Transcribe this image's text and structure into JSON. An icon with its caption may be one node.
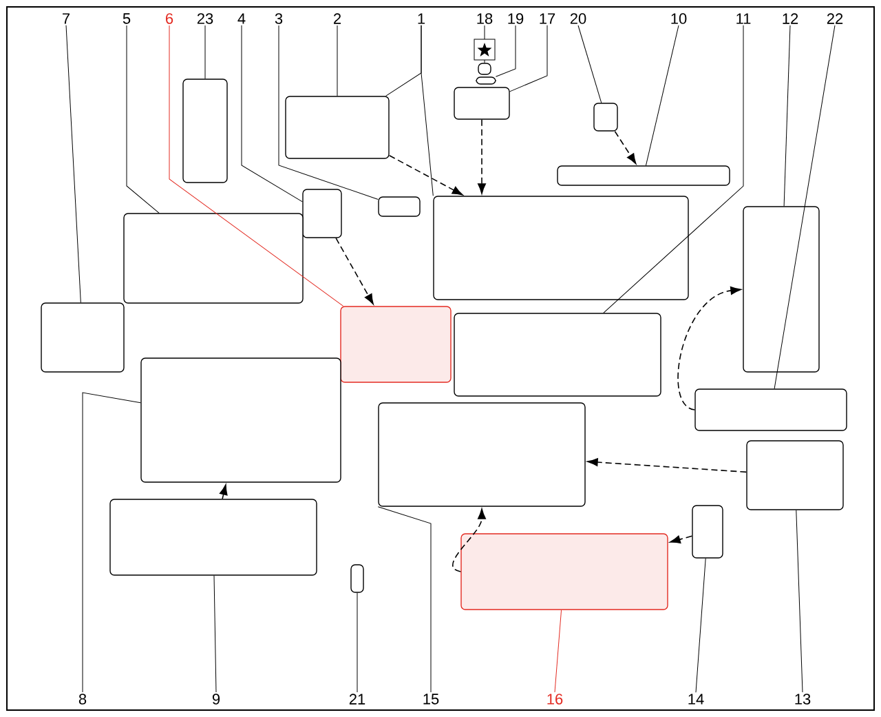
{
  "diagram": {
    "nodes": [
      {
        "text": [
          "7"
        ]
      },
      {
        "text": [
          "5"
        ]
      },
      {
        "text": [
          "6"
        ]
      },
      {
        "text": [
          "23"
        ]
      },
      {
        "text": [
          "4"
        ]
      },
      {
        "text": [
          "3"
        ]
      },
      {
        "text": [
          "2"
        ]
      },
      {
        "text": [
          "1"
        ]
      },
      {
        "text": [
          "18"
        ]
      },
      {
        "text": [
          "19"
        ]
      },
      {
        "text": [
          "17"
        ]
      },
      {
        "text": [
          "20"
        ]
      },
      {
        "text": [
          "10"
        ]
      },
      {
        "text": [
          "11"
        ]
      },
      {
        "text": [
          "12"
        ]
      },
      {
        "text": [
          "22"
        ]
      },
      {
        "text": [
          "8"
        ]
      },
      {
        "text": [
          "9"
        ]
      },
      {
        "text": [
          "21"
        ]
      },
      {
        "text": [
          "15"
        ]
      },
      {
        "text": [
          "16"
        ]
      },
      {
        "text": [
          "14"
        ]
      },
      {
        "text": [
          "13"
        ]
      },
      {
        "text": [],
        "shape": "box"
      },
      {
        "text": [],
        "shape": "box"
      },
      {
        "text": [],
        "shape": "box"
      },
      {
        "text": [],
        "shape": "box"
      },
      {
        "text": [],
        "shape": "box"
      },
      {
        "text": [],
        "shape": "box"
      },
      {
        "text": [],
        "shape": "box"
      },
      {
        "text": [],
        "shape": "box"
      },
      {
        "text": [],
        "shape": "box"
      },
      {
        "text": [],
        "shape": "box"
      },
      {
        "text": [],
        "shape": "box"
      },
      {
        "text": [],
        "shape": "box"
      },
      {
        "text": [],
        "shape": "box"
      },
      {
        "text": [],
        "shape": "box"
      },
      {
        "text": [],
        "shape": "box"
      },
      {
        "text": [],
        "shape": "box"
      },
      {
        "text": [],
        "shape": "box"
      },
      {
        "text": [],
        "shape": "box"
      },
      {
        "text": [],
        "shape": "box"
      },
      {
        "text": [],
        "shape": "box"
      },
      {
        "text": [],
        "shape": "box"
      },
      {
        "text": [],
        "shape": "box"
      },
      {
        "text": [],
        "shape": "box"
      }
    ],
    "edges": [
      {
        "from": 0,
        "to": 35,
        "arrow": "none"
      },
      {
        "from": 1,
        "to": 33,
        "arrow": "none"
      },
      {
        "from": 2,
        "to": 37,
        "arrow": "none",
        "color": "#e32b22"
      },
      {
        "from": 3,
        "to": 23,
        "arrow": "none"
      },
      {
        "from": 4,
        "to": 30,
        "arrow": "none"
      },
      {
        "from": 5,
        "to": 31,
        "arrow": "none"
      },
      {
        "from": 6,
        "to": 24,
        "arrow": "none"
      },
      {
        "from": 7,
        "to": 24,
        "arrow": "none"
      },
      {
        "from": 7,
        "to": 32,
        "arrow": "none"
      },
      {
        "from": 8,
        "to": 25,
        "arrow": "none"
      },
      {
        "from": 9,
        "to": 26,
        "arrow": "none"
      },
      {
        "from": 10,
        "to": 27,
        "arrow": "none"
      },
      {
        "from": 11,
        "to": 28,
        "arrow": "none"
      },
      {
        "from": 12,
        "to": 29,
        "arrow": "none"
      },
      {
        "from": 13,
        "to": 36,
        "arrow": "none"
      },
      {
        "from": 14,
        "to": 34,
        "arrow": "none"
      },
      {
        "from": 15,
        "to": 39,
        "arrow": "none"
      },
      {
        "from": 16,
        "to": 38,
        "arrow": "none"
      },
      {
        "from": 17,
        "to": 44,
        "arrow": "none"
      },
      {
        "from": 18,
        "to": 45,
        "arrow": "none"
      },
      {
        "from": 19,
        "to": 41,
        "arrow": "none"
      },
      {
        "from": 20,
        "to": 42,
        "arrow": "none",
        "color": "#e32b22"
      },
      {
        "from": 21,
        "to": 43,
        "arrow": "none"
      },
      {
        "from": 22,
        "to": 40,
        "arrow": "none"
      },
      {
        "from": 24,
        "to": 32,
        "arrow": "to",
        "style": "dashed"
      },
      {
        "from": 30,
        "to": 37,
        "arrow": "to",
        "style": "dashed"
      },
      {
        "from": 27,
        "to": 32,
        "arrow": "to",
        "style": "dashed"
      },
      {
        "from": 28,
        "to": 29,
        "arrow": "to",
        "style": "dashed"
      },
      {
        "from": 39,
        "to": 34,
        "arrow": "to",
        "style": "dashed"
      },
      {
        "from": 40,
        "to": 41,
        "arrow": "to",
        "style": "dashed"
      },
      {
        "from": 43,
        "to": 42,
        "arrow": "to",
        "style": "dashed"
      },
      {
        "from": 42,
        "to": 41,
        "arrow": "to",
        "style": "dashed"
      },
      {
        "from": 44,
        "to": 38,
        "arrow": "to",
        "style": "dashed"
      }
    ]
  }
}
